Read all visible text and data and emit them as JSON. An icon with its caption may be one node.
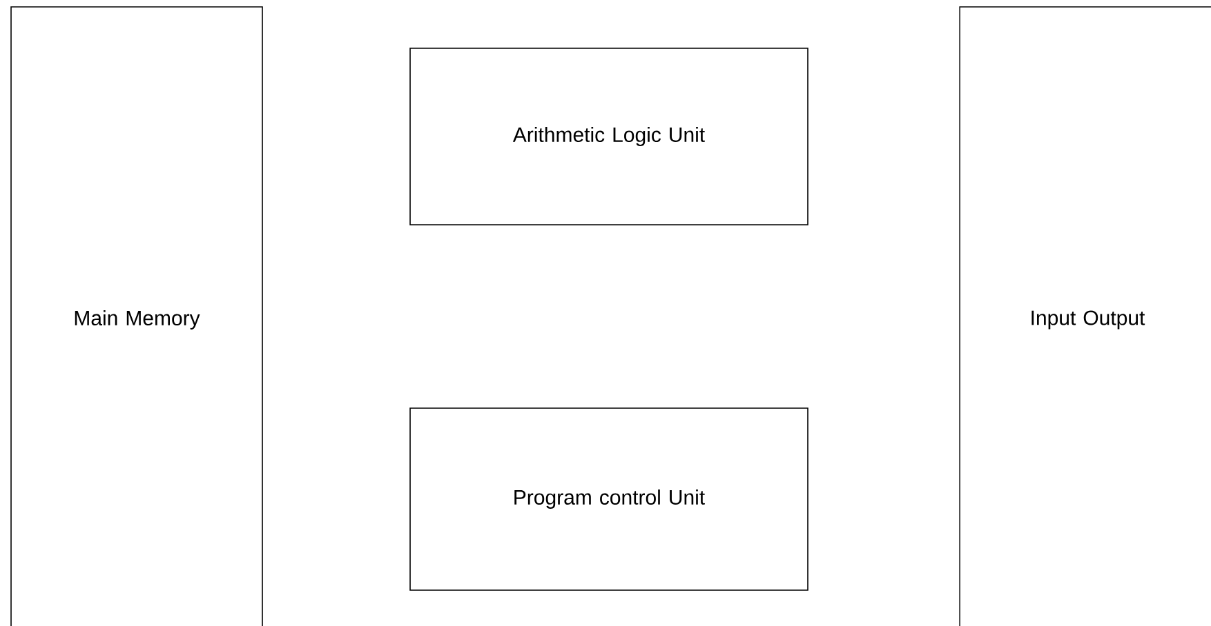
{
  "diagram": {
    "nodes": [
      {
        "text": [
          "Main Memory"
        ]
      },
      {
        "text": [
          "Arithmetic Logic Unit"
        ]
      },
      {
        "text": [
          "Program control Unit"
        ]
      },
      {
        "text": [
          "Input Output"
        ]
      }
    ],
    "edges": []
  }
}
